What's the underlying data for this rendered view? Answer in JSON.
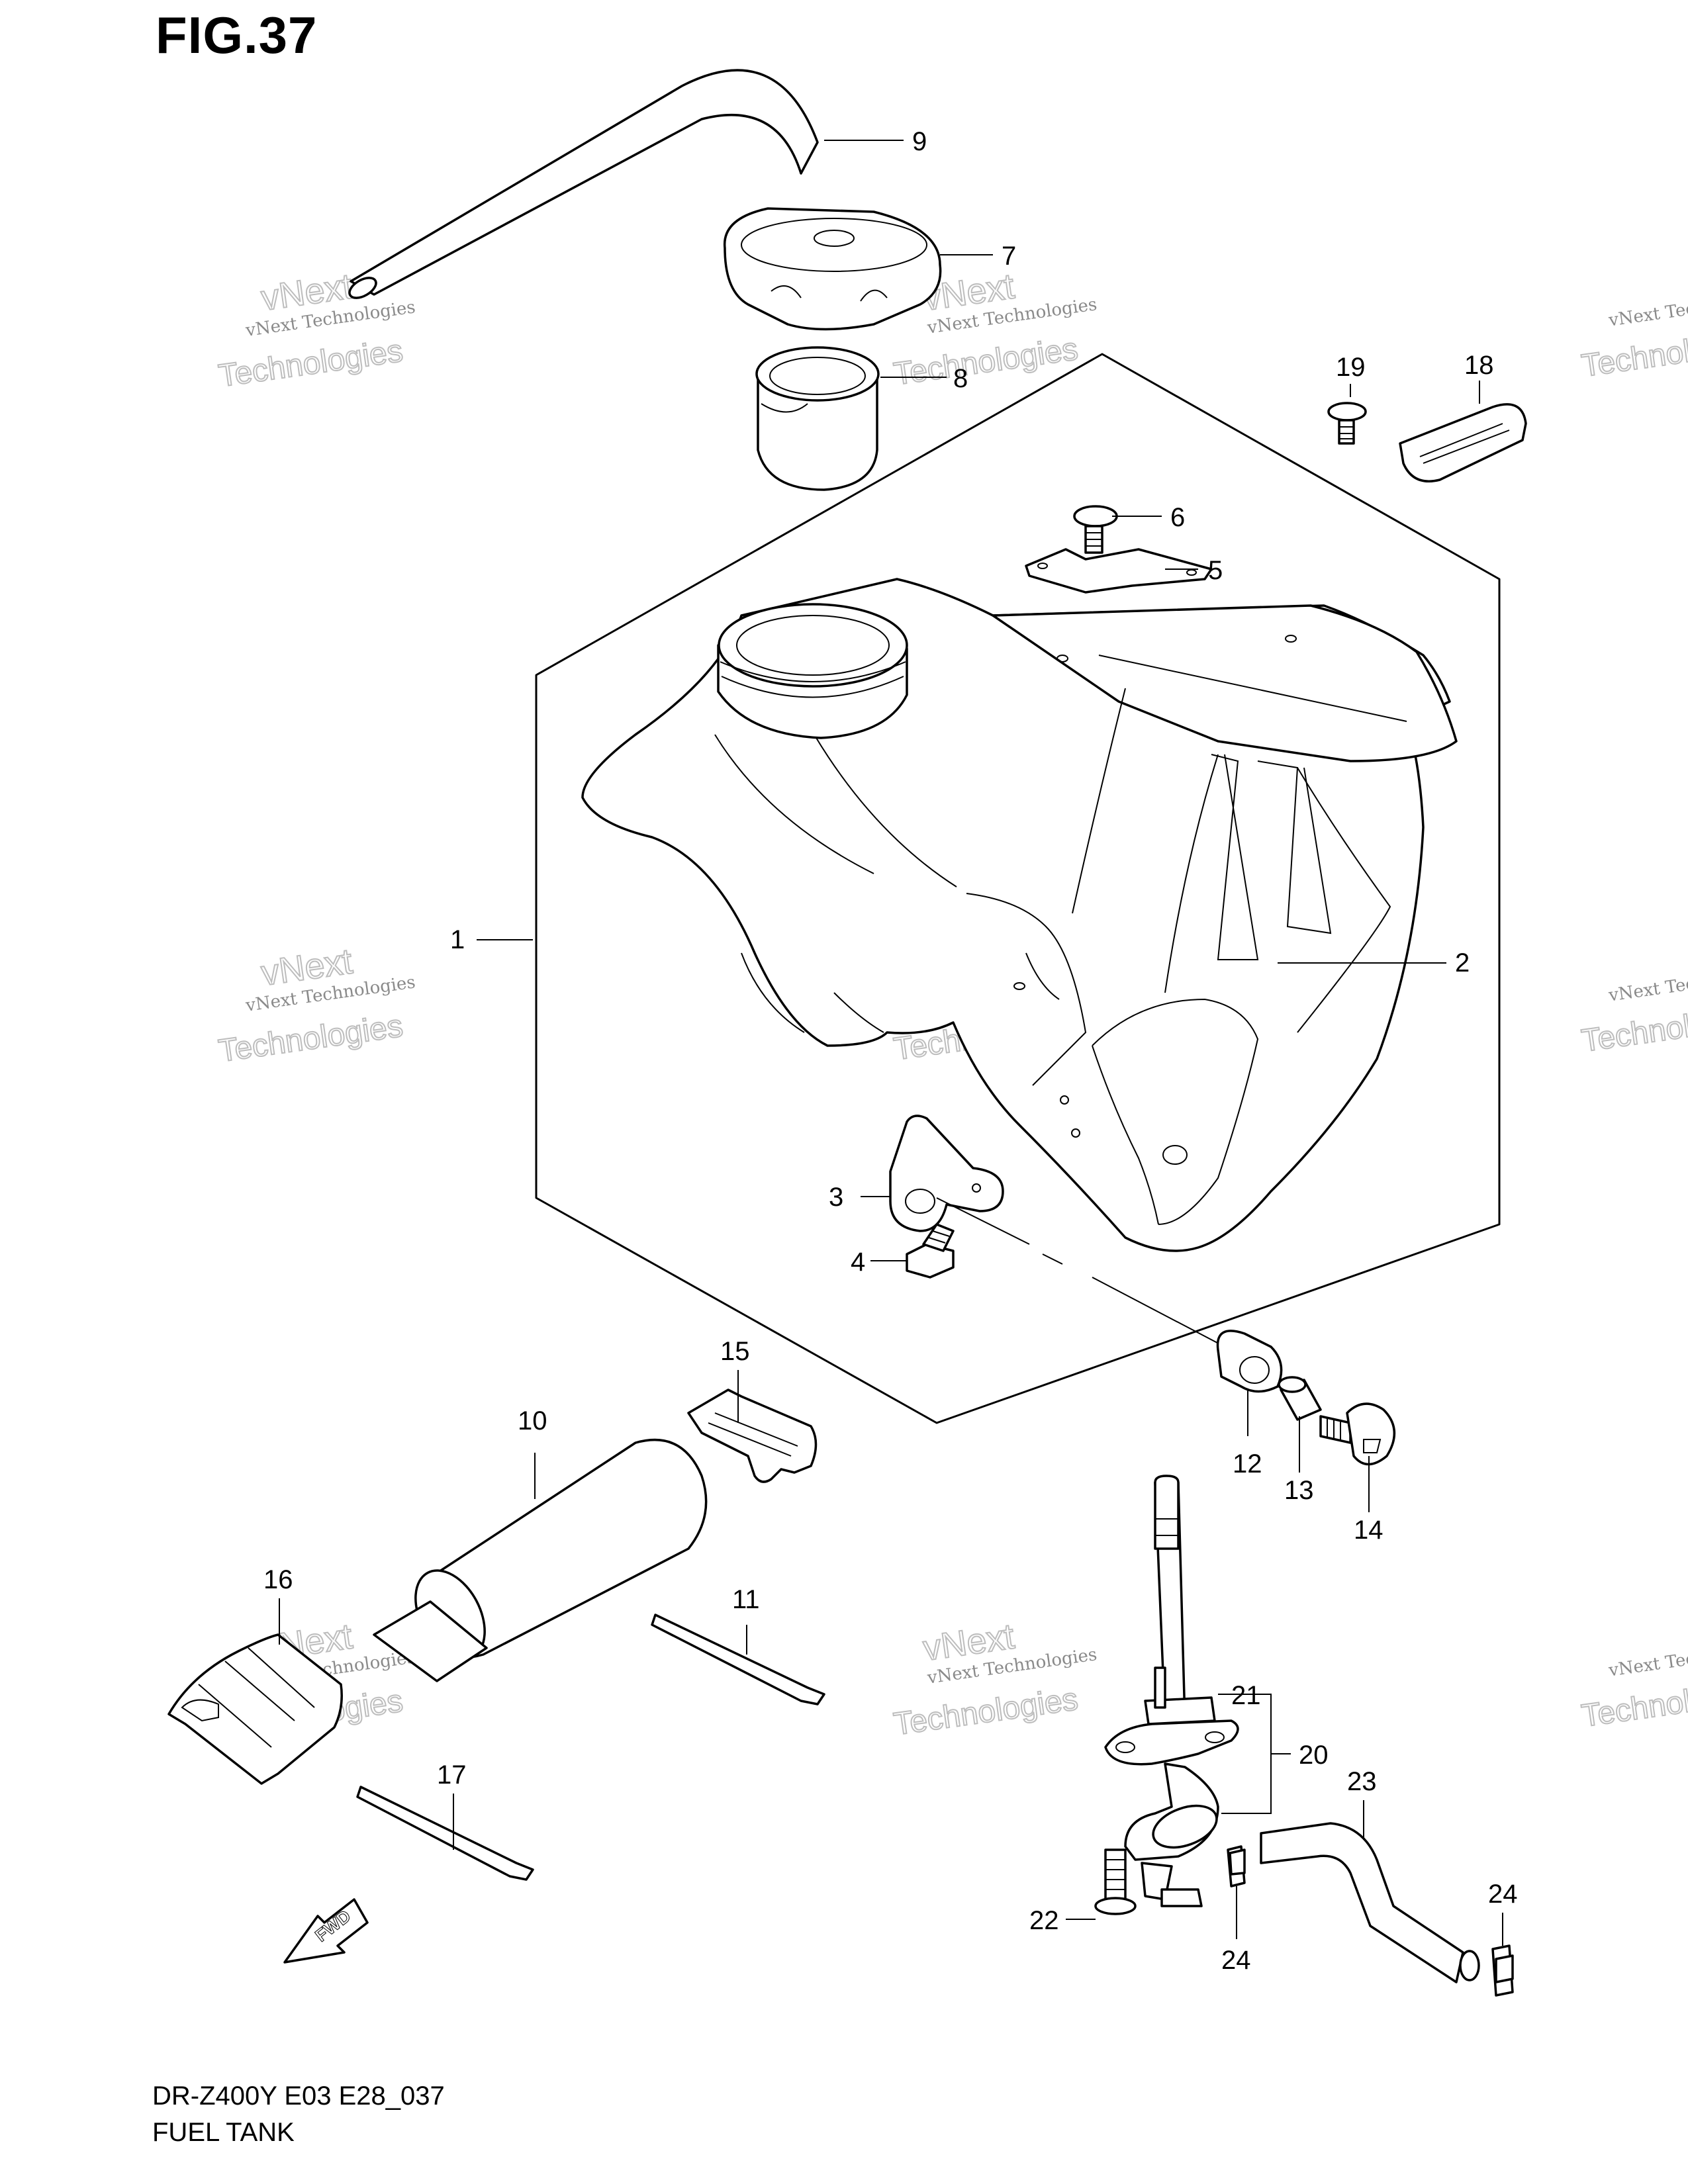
{
  "figure": {
    "title": "FIG.37"
  },
  "footer": {
    "model_code": "DR-Z400Y E03 E28_037",
    "section_name": "FUEL TANK"
  },
  "fwd_label": "FWD",
  "watermark": {
    "line1": "vNext Technologies",
    "line2": "vNext",
    "line3": "Technologies"
  },
  "callouts": {
    "c1": "1",
    "c2": "2",
    "c3": "3",
    "c4": "4",
    "c5": "5",
    "c6": "6",
    "c7": "7",
    "c8": "8",
    "c9": "9",
    "c10": "10",
    "c11": "11",
    "c12": "12",
    "c13": "13",
    "c14": "14",
    "c15": "15",
    "c16": "16",
    "c17": "17",
    "c18": "18",
    "c19": "19",
    "c20": "20",
    "c21": "21",
    "c22": "22",
    "c23": "23",
    "c24a": "24",
    "c24b": "24"
  },
  "colors": {
    "line": "#000000",
    "background": "#ffffff",
    "watermark": "#bdbdbd"
  }
}
